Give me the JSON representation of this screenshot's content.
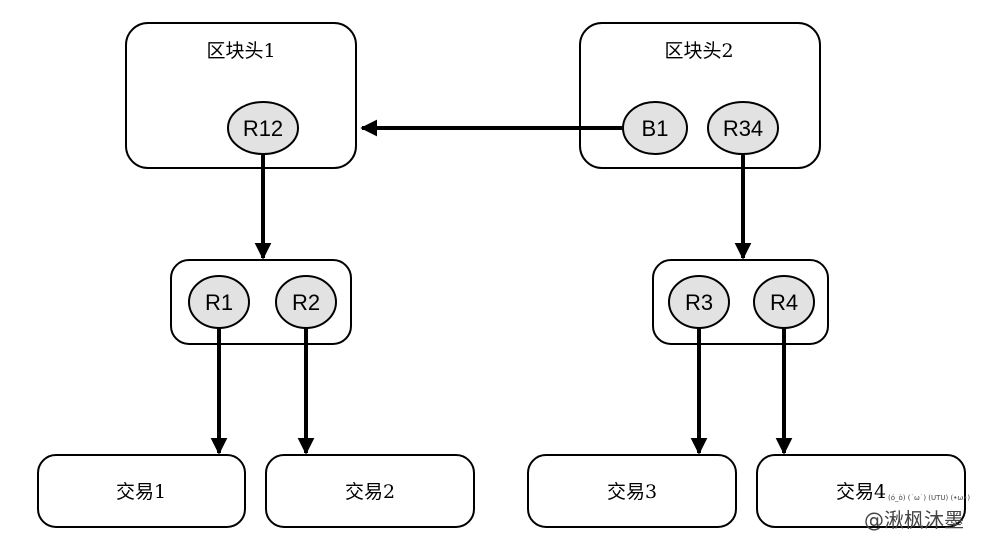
{
  "blocks": [
    {
      "title": "区块头1",
      "root": "R12"
    },
    {
      "title": "区块头2",
      "root": "R34",
      "prev": "B1"
    }
  ],
  "groups": [
    {
      "nodes": [
        "R1",
        "R2"
      ]
    },
    {
      "nodes": [
        "R3",
        "R4"
      ]
    }
  ],
  "transactions": [
    "交易1",
    "交易2",
    "交易3",
    "交易4"
  ],
  "watermark": {
    "faces": "(ó_ò)  (˙ω˙)  (UTU)  (•ω•)",
    "text": "@湫枫沐墨"
  }
}
